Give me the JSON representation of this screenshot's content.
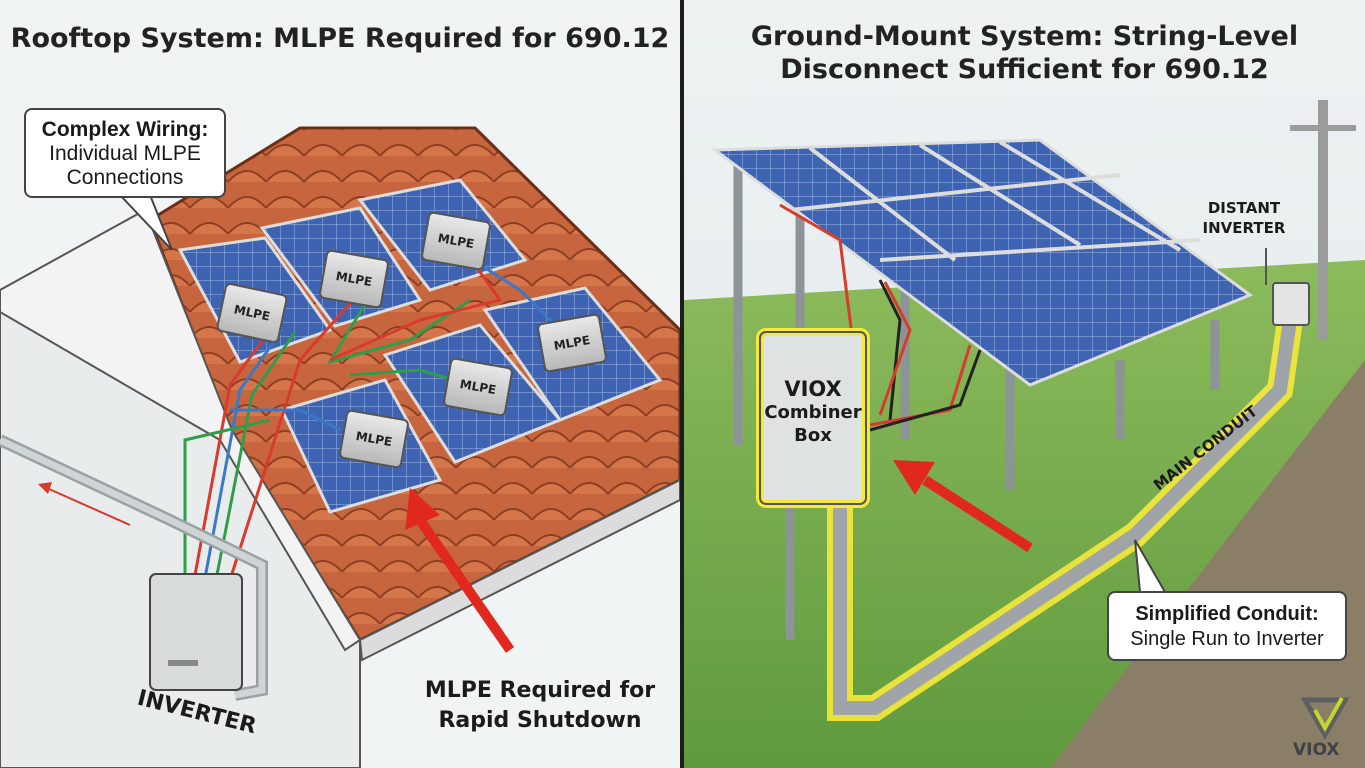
{
  "left_panel": {
    "title": "Rooftop System: MLPE Required for 690.12",
    "callout": {
      "bold": "Complex Wiring:",
      "line1": "Individual MLPE",
      "line2": "Connections"
    },
    "mlpe_label": "MLPE",
    "inverter_label": "INVERTER",
    "bottom_note": {
      "line1": "MLPE Required for",
      "line2": "Rapid Shutdown"
    }
  },
  "right_panel": {
    "title_line1": "Ground-Mount System: String-Level",
    "title_line2": "Disconnect Sufficient for 690.12",
    "combiner": {
      "line1": "VIOX",
      "line2": "Combiner",
      "line3": "Box"
    },
    "inverter": {
      "line1": "DISTANT",
      "line2": "INVERTER"
    },
    "conduit_label": "MAIN CONDUIT",
    "callout": {
      "bold": "Simplified Conduit:",
      "plain": "Single Run to Inverter"
    }
  },
  "brand": {
    "name": "VIOX"
  },
  "colors": {
    "red_wire": "#d93a2e",
    "green_wire": "#2e9e4a",
    "blue_wire": "#3a78c8",
    "highlight": "#f6e93a",
    "arrow": "#e0281f"
  }
}
